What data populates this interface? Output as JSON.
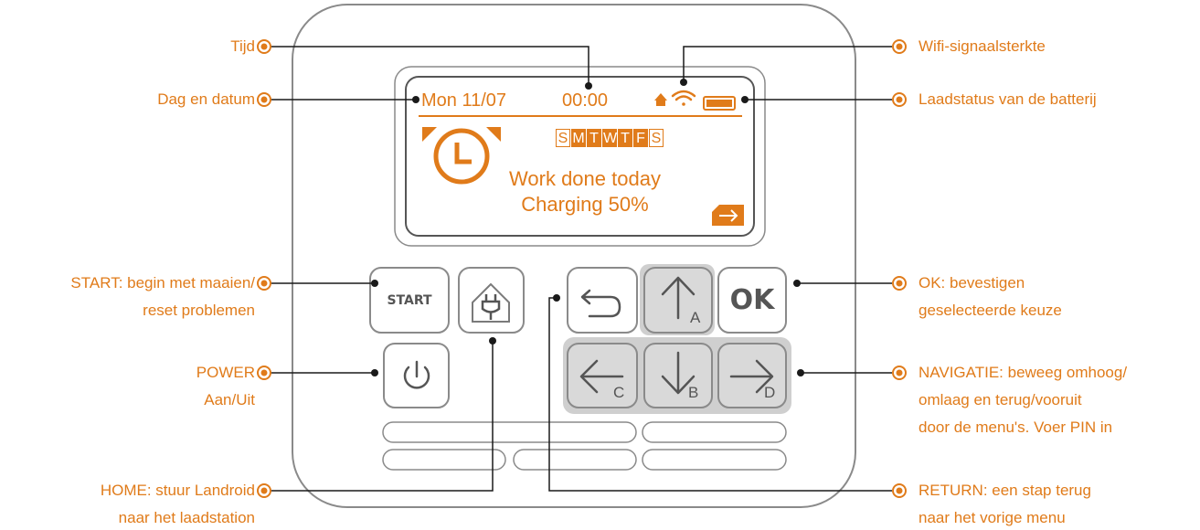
{
  "colors": {
    "accent": "#e07b1a",
    "frame": "#8a8a8a",
    "key_grey": "#c8c8c8",
    "key_dark": "#555555"
  },
  "lcd": {
    "date": "Mon 11/07",
    "time": "00:00",
    "days": [
      {
        "letter": "S",
        "active": false
      },
      {
        "letter": "M",
        "active": true
      },
      {
        "letter": "T",
        "active": true
      },
      {
        "letter": "W",
        "active": true
      },
      {
        "letter": "T",
        "active": true
      },
      {
        "letter": "F",
        "active": true
      },
      {
        "letter": "S",
        "active": false
      }
    ],
    "message_line1": "Work done today",
    "message_line2": "Charging 50%",
    "icons": [
      "home-icon",
      "wifi-icon",
      "battery-icon",
      "clock-alarm-icon",
      "arrow-right-icon"
    ]
  },
  "keys": {
    "start": "START",
    "ok": "OK",
    "arrow_up_letter": "A",
    "arrow_down_letter": "B",
    "arrow_left_letter": "C",
    "arrow_right_letter": "D"
  },
  "labels": {
    "tijd": "Tijd",
    "dag_datum": "Dag en datum",
    "start_l1": "START: begin met maaien/",
    "start_l2": "reset problemen",
    "power_l1": "POWER",
    "power_l2": "Aan/Uit",
    "home_l1": "HOME: stuur Landroid",
    "home_l2": "naar het laadstation",
    "wifi": "Wifi-signaalsterkte",
    "battery": "Laadstatus van de batterij",
    "ok_l1": "OK: bevestigen",
    "ok_l2": "geselecteerde keuze",
    "nav_l1": "NAVIGATIE: beweeg omhoog/",
    "nav_l2": "omlaag en terug/vooruit",
    "nav_l3": "door de menu's. Voer PIN in",
    "return_l1": "RETURN: een stap terug",
    "return_l2": "naar het vorige menu"
  }
}
